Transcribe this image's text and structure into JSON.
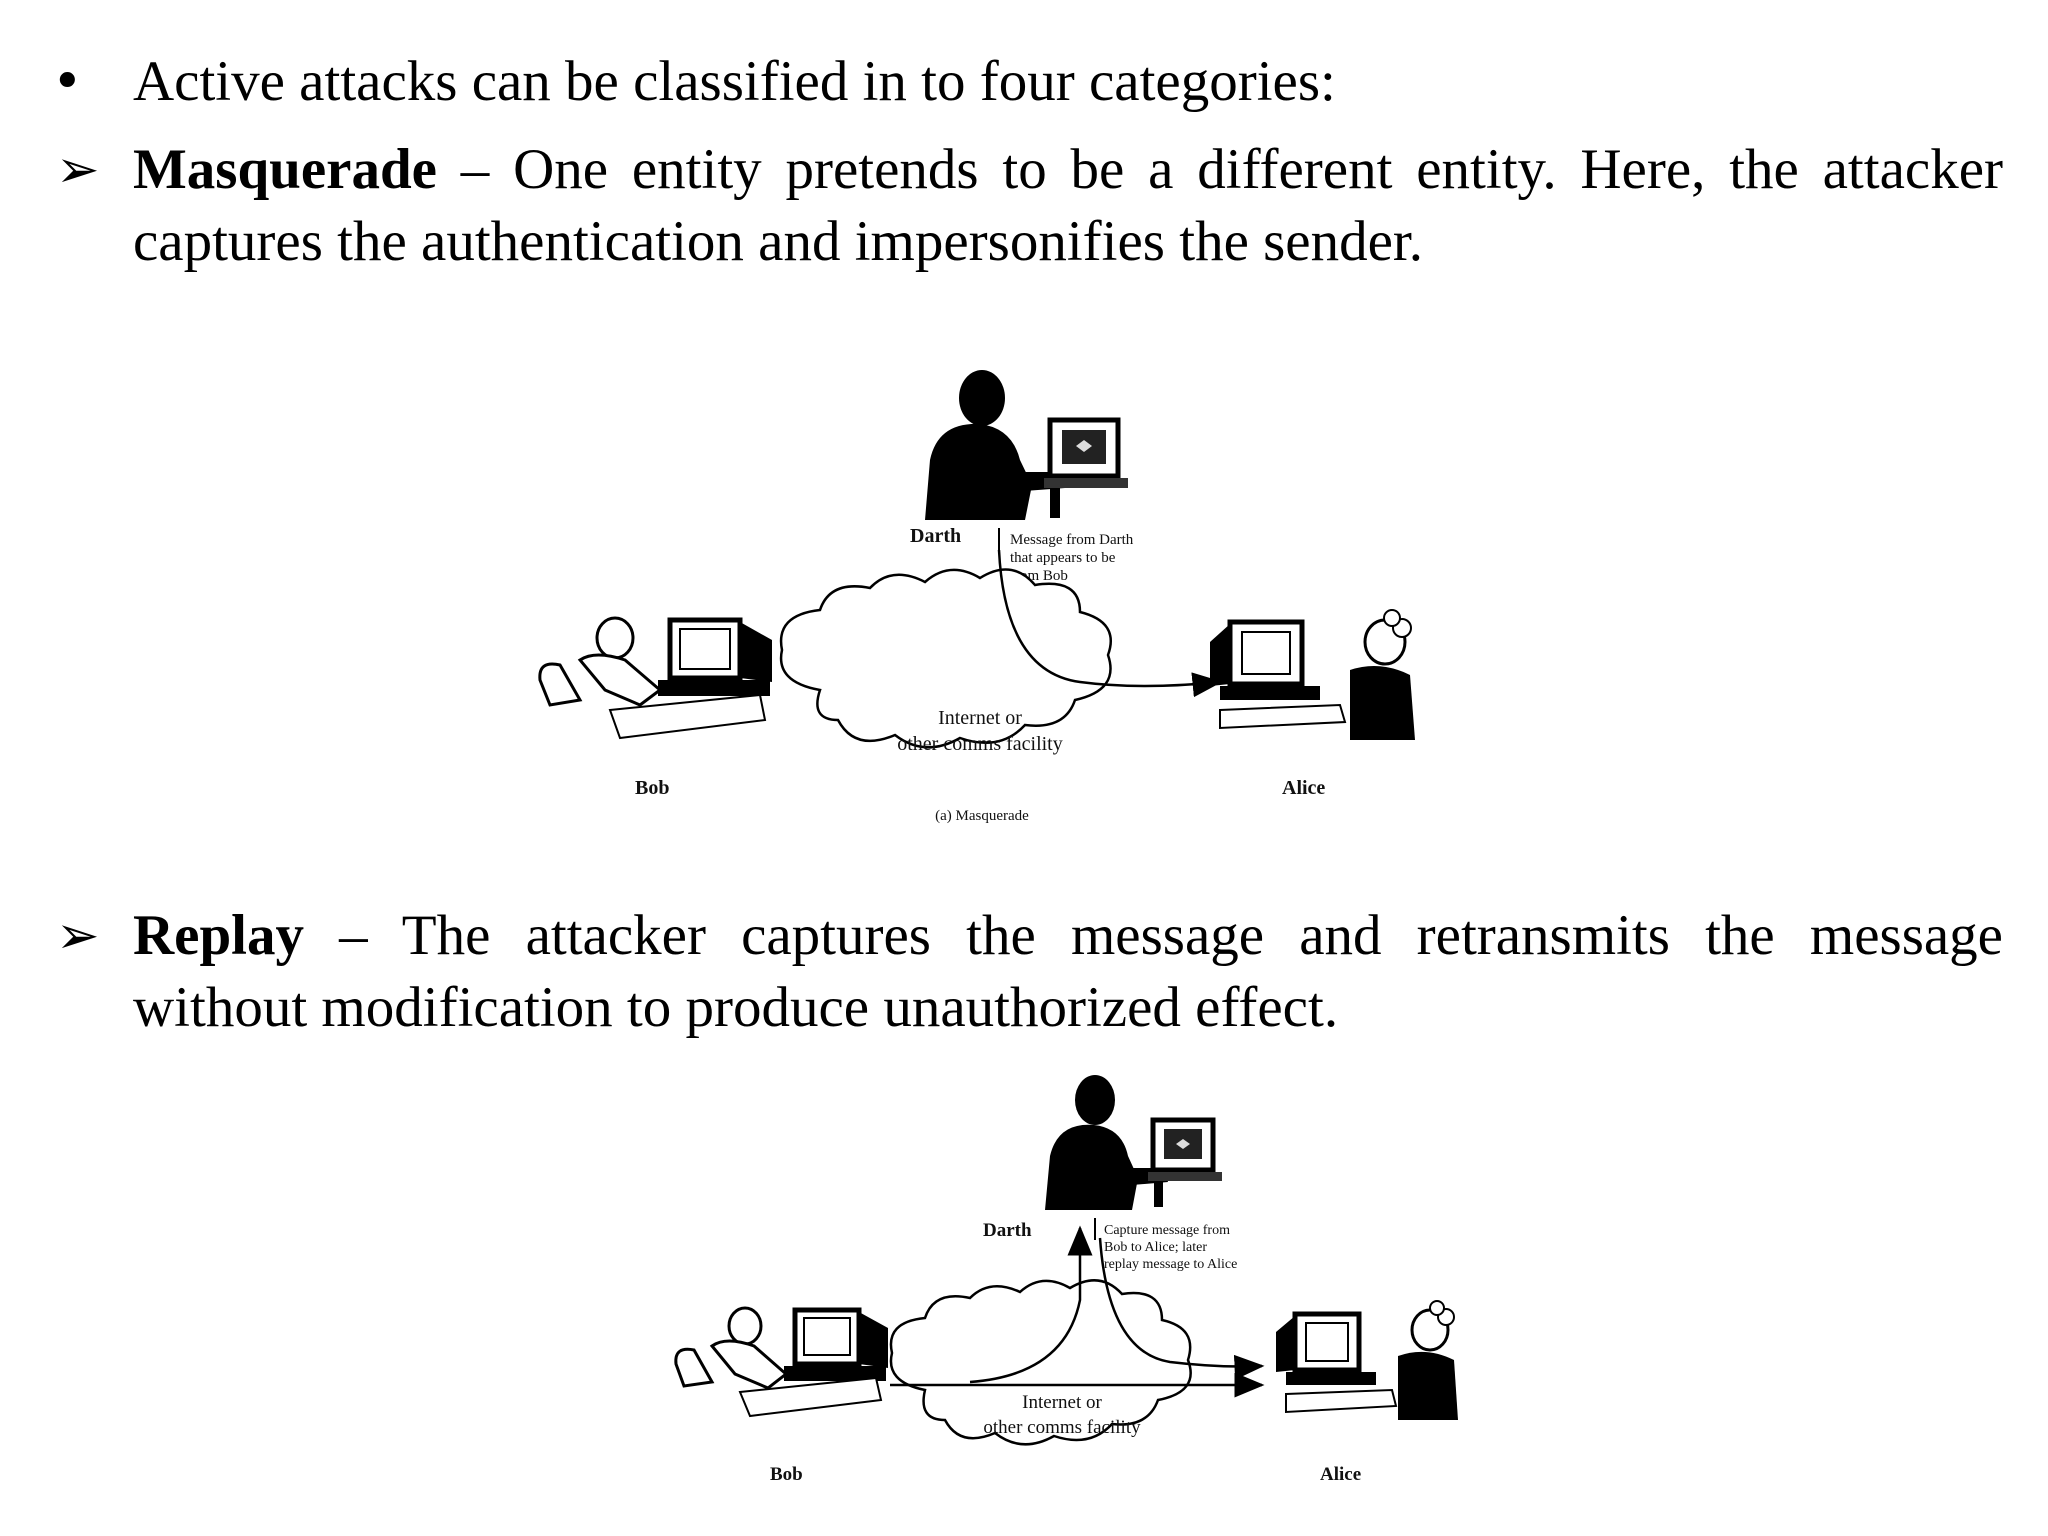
{
  "intro": {
    "bullet": "•",
    "text": "Active attacks can be classified in to four categories:"
  },
  "masquerade": {
    "marker": "➢",
    "term": "Masquerade",
    "line1": " – One entity pretends to be a different entity. Here, the attacker",
    "line2": "captures the authentication and impersonifies the sender.",
    "figure": {
      "darth": "Darth",
      "note": [
        "Message from Darth",
        "that appears to be",
        "from Bob"
      ],
      "cloud": [
        "Internet or",
        "other comms facility"
      ],
      "bob": "Bob",
      "alice": "Alice",
      "caption": "(a) Masquerade"
    }
  },
  "replay": {
    "marker": "➢",
    "term": "Replay",
    "line1": " – The attacker captures the message and retransmits the message",
    "line2": "without modification to produce unauthorized effect.",
    "figure": {
      "darth": "Darth",
      "note": [
        "Capture message from",
        "Bob to Alice; later",
        "replay message to Alice"
      ],
      "cloud": [
        "Internet or",
        "other comms facility"
      ],
      "bob": "Bob",
      "alice": "Alice"
    }
  }
}
